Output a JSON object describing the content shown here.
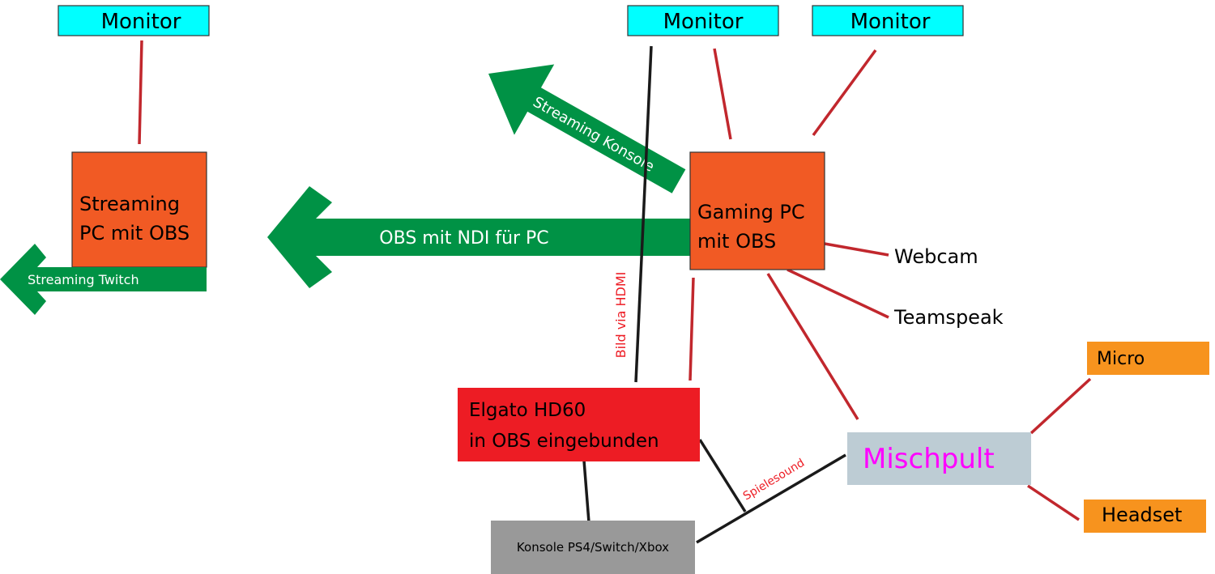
{
  "colors": {
    "monitor": "#00ffff",
    "pc": "#f15a24",
    "elgato": "#ed1c24",
    "konsole": "#999999",
    "mischpult": "#bdccd4",
    "mischpult_text": "#ff00ff",
    "peripheral": "#f7931e",
    "arrow": "#009245",
    "red_line": "#c1272d",
    "black_line": "#1a1a1a",
    "annotation": "#ed1c24"
  },
  "nodes": {
    "monitor_left": "Monitor",
    "monitor_center": "Monitor",
    "monitor_right": "Monitor",
    "streaming_pc": [
      "Streaming",
      "PC mit OBS"
    ],
    "gaming_pc": [
      "Gaming PC",
      "mit OBS"
    ],
    "elgato": [
      "Elgato HD60",
      "in OBS eingebunden"
    ],
    "konsole": "Konsole PS4/Switch/Xbox",
    "mischpult": "Mischpult",
    "micro": "Micro",
    "headset": "Headset",
    "webcam": "Webcam",
    "teamspeak": "Teamspeak"
  },
  "arrows": {
    "obs_ndi": "OBS mit NDI für PC",
    "streaming_twitch": "Streaming Twitch",
    "streaming_konsole": "Streaming Konsole"
  },
  "annotations": {
    "bild_hdmi": "Bild via HDMI",
    "spielesound": "Spielesound"
  }
}
